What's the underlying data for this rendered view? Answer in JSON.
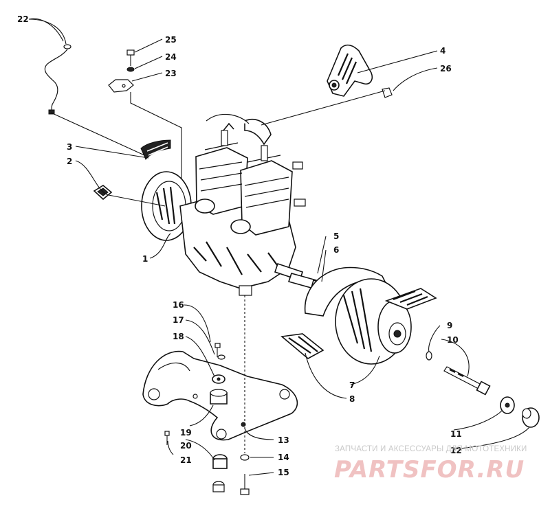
{
  "callouts": [
    "1",
    "2",
    "3",
    "4",
    "5",
    "6",
    "7",
    "8",
    "9",
    "10",
    "11",
    "12",
    "13",
    "14",
    "15",
    "16",
    "17",
    "18",
    "19",
    "20",
    "21",
    "22",
    "23",
    "24",
    "25",
    "26"
  ],
  "watermark": {
    "text": "ЗАПЧАСТИ И АКСЕССУАРЫ ДЛЯ МОТОТЕХНИКИ",
    "logo": "PARTSFOR.RU"
  }
}
